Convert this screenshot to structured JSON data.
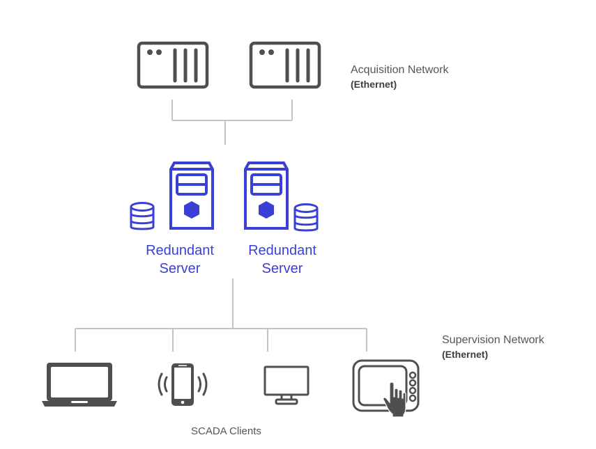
{
  "colors": {
    "device_gray": "#4f4f4f",
    "connector_gray": "#c4c4c4",
    "server_blue": "#3a3fd6",
    "label_gray": "#555555"
  },
  "acquisition": {
    "devices": [
      {
        "icon": "rack-device-icon",
        "label": ""
      },
      {
        "icon": "rack-device-icon",
        "label": ""
      }
    ],
    "network_name": "Acquisition Network",
    "network_protocol": "(Ethernet)"
  },
  "servers": [
    {
      "icon": "server-tower-icon",
      "database_icon": "database-icon",
      "line1": "Redundant",
      "line2": "Server"
    },
    {
      "icon": "server-tower-icon",
      "database_icon": "database-icon",
      "line1": "Redundant",
      "line2": "Server"
    }
  ],
  "supervision": {
    "network_name": "Supervision Network",
    "network_protocol": "(Ethernet)",
    "clients": [
      {
        "icon": "laptop-icon"
      },
      {
        "icon": "smartphone-icon"
      },
      {
        "icon": "monitor-icon"
      },
      {
        "icon": "touch-panel-icon"
      }
    ],
    "clients_label": "SCADA Clients"
  }
}
